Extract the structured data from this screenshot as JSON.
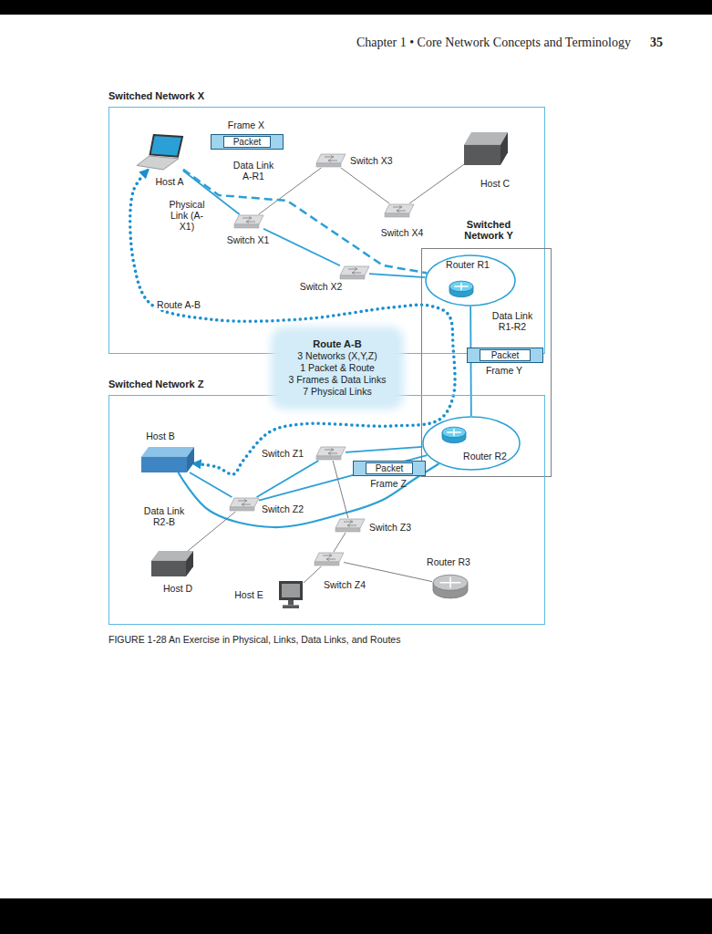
{
  "diagram": {
    "caption": "FIGURE 1-28 An Exercise in Physical, Links, Data Links, and Routes",
    "nodes": [
      {
        "text": [
          "Switched Network X"
        ]
      },
      {
        "text": [
          "Frame X"
        ],
        "in": 0
      },
      {
        "text": [
          "Packet"
        ],
        "in": 1
      },
      {
        "text": [
          "Host A"
        ],
        "in": 0
      },
      {
        "text": [
          "Switch X3"
        ],
        "in": 0
      },
      {
        "text": [
          "Host C"
        ],
        "in": 0
      },
      {
        "text": [
          "Switch X1"
        ],
        "in": 0
      },
      {
        "text": [
          "Switch X4"
        ],
        "in": 0
      },
      {
        "text": [
          "Switch X2"
        ],
        "in": 0
      },
      {
        "text": [
          "Switched Network Y"
        ]
      },
      {
        "text": [
          "Router R1"
        ],
        "in": 9
      },
      {
        "text": [
          "Frame Y"
        ],
        "in": 9
      },
      {
        "text": [
          "Packet"
        ],
        "in": 11
      },
      {
        "text": [
          "Router R2"
        ],
        "in": 9
      },
      {
        "text": [
          "Route A-B",
          "3 Networks (X,Y,Z)",
          "1 Packet & Route",
          "3 Frames & Data Links",
          "7 Physical Links"
        ]
      },
      {
        "text": [
          "Switched Network Z"
        ]
      },
      {
        "text": [
          "Host B"
        ],
        "in": 15
      },
      {
        "text": [
          "Switch Z1"
        ],
        "in": 15
      },
      {
        "text": [
          "Frame Z"
        ],
        "in": 15
      },
      {
        "text": [
          "Packet"
        ],
        "in": 18
      },
      {
        "text": [
          "Switch Z2"
        ],
        "in": 15
      },
      {
        "text": [
          "Switch Z3"
        ],
        "in": 15
      },
      {
        "text": [
          "Router R3"
        ],
        "in": 15
      },
      {
        "text": [
          "Host D"
        ],
        "in": 15
      },
      {
        "text": [
          "Switch Z4"
        ],
        "in": 15
      },
      {
        "text": [
          "Host E"
        ],
        "in": 15
      }
    ],
    "edges": [
      {
        "from": 3,
        "to": 6,
        "arrow": "none",
        "label": "Physical Link (A-X1)"
      },
      {
        "from": 6,
        "to": 4,
        "arrow": "none"
      },
      {
        "from": 4,
        "to": 7,
        "arrow": "none"
      },
      {
        "from": 7,
        "to": 5,
        "arrow": "none"
      },
      {
        "from": 6,
        "to": 8,
        "arrow": "none"
      },
      {
        "from": 8,
        "to": 10,
        "arrow": "none"
      },
      {
        "from": 3,
        "to": 10,
        "arrow": "none",
        "label": "Data Link A-R1"
      },
      {
        "from": 10,
        "to": 13,
        "arrow": "none",
        "label": "Data Link R1-R2"
      },
      {
        "from": 3,
        "to": 16,
        "arrow": "both",
        "label": "Route A-B"
      },
      {
        "from": 13,
        "to": 17,
        "arrow": "none"
      },
      {
        "from": 13,
        "to": 20,
        "arrow": "none"
      },
      {
        "from": 17,
        "to": 20,
        "arrow": "none"
      },
      {
        "from": 20,
        "to": 16,
        "arrow": "none"
      },
      {
        "from": 13,
        "to": 16,
        "arrow": "none",
        "label": "Data Link R2-B"
      },
      {
        "from": 17,
        "to": 21,
        "arrow": "none"
      },
      {
        "from": 21,
        "to": 24,
        "arrow": "none"
      },
      {
        "from": 24,
        "to": 25,
        "arrow": "none"
      },
      {
        "from": 24,
        "to": 22,
        "arrow": "none"
      },
      {
        "from": 20,
        "to": 23,
        "arrow": "none"
      }
    ],
    "labels": [
      "Chapter 1 • Core Network Concepts and Terminology",
      "35"
    ]
  }
}
